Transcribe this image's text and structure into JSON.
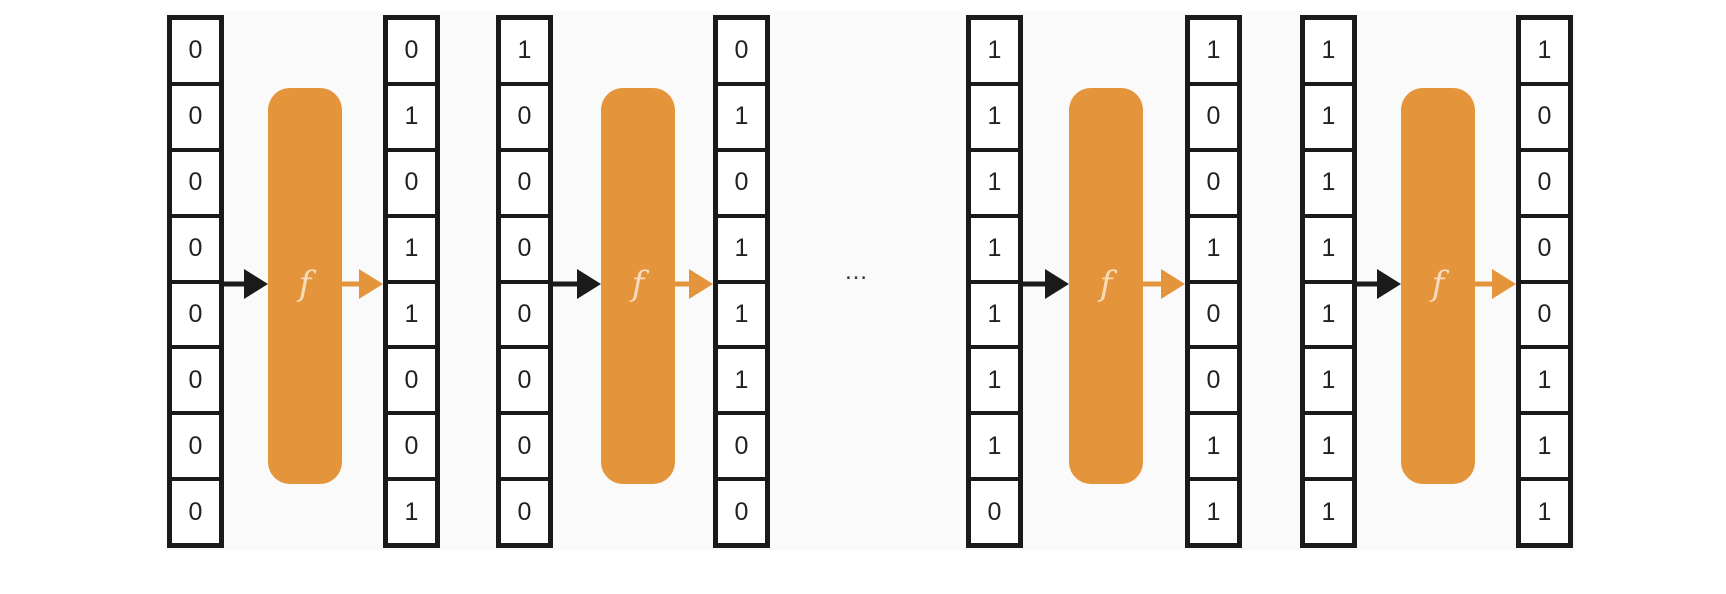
{
  "colors": {
    "function_box": "#e4953c",
    "input_arrow": "#1a1a1a",
    "output_arrow": "#e4953c"
  },
  "function_symbol": "f",
  "ellipsis": "…",
  "stages": [
    {
      "input": [
        "0",
        "0",
        "0",
        "0",
        "0",
        "0",
        "0",
        "0"
      ],
      "output": [
        "0",
        "1",
        "0",
        "1",
        "1",
        "0",
        "0",
        "1"
      ]
    },
    {
      "input": [
        "1",
        "0",
        "0",
        "0",
        "0",
        "0",
        "0",
        "0"
      ],
      "output": [
        "0",
        "1",
        "0",
        "1",
        "1",
        "1",
        "0",
        "0"
      ]
    },
    {
      "input": [
        "1",
        "1",
        "1",
        "1",
        "1",
        "1",
        "1",
        "0"
      ],
      "output": [
        "1",
        "0",
        "0",
        "1",
        "0",
        "0",
        "1",
        "1"
      ]
    },
    {
      "input": [
        "1",
        "1",
        "1",
        "1",
        "1",
        "1",
        "1",
        "1"
      ],
      "output": [
        "1",
        "0",
        "0",
        "0",
        "0",
        "1",
        "1",
        "1"
      ]
    }
  ]
}
